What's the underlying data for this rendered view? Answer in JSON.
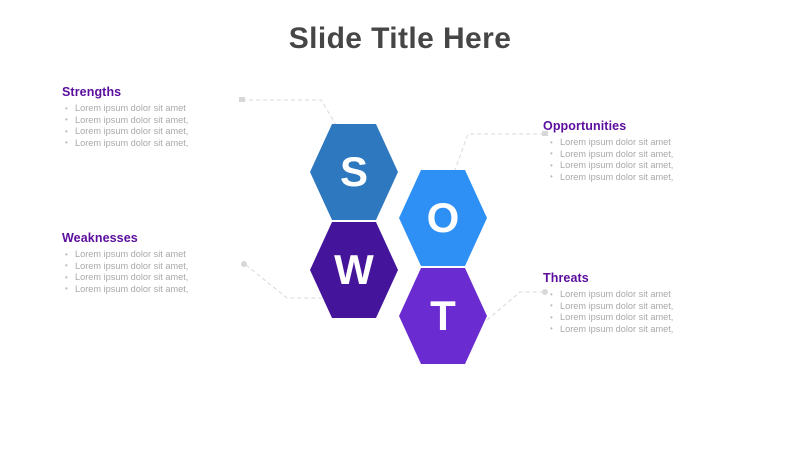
{
  "title": "Slide Title Here",
  "colors": {
    "title": "#464646",
    "heading": "#5B0E9E",
    "bullet_text": "#a9a9a9",
    "connector": "#d8d8d8",
    "strengths_hex": "#2E78C0",
    "opportunities_hex": "#2E90F5",
    "weaknesses_hex": "#44149A",
    "threats_hex": "#6A2BD0"
  },
  "hexagons": [
    {
      "key": "strengths",
      "letter": "S",
      "color": "#2E78C0"
    },
    {
      "key": "opportunities",
      "letter": "O",
      "color": "#2E90F5"
    },
    {
      "key": "weaknesses",
      "letter": "W",
      "color": "#44149A"
    },
    {
      "key": "threats",
      "letter": "T",
      "color": "#6A2BD0"
    }
  ],
  "blocks": {
    "strengths": {
      "heading": "Strengths",
      "bullets": [
        "Lorem ipsum dolor sit amet",
        "Lorem ipsum dolor sit amet,",
        "Lorem ipsum dolor sit amet,",
        "Lorem ipsum dolor sit amet,"
      ]
    },
    "weaknesses": {
      "heading": "Weaknesses",
      "bullets": [
        "Lorem ipsum dolor sit amet",
        "Lorem ipsum dolor sit amet,",
        "Lorem ipsum dolor sit amet,",
        "Lorem ipsum dolor sit amet,"
      ]
    },
    "opportunities": {
      "heading": "Opportunities",
      "bullets": [
        "Lorem ipsum dolor sit amet",
        "Lorem ipsum dolor sit amet,",
        "Lorem ipsum dolor sit amet,",
        "Lorem ipsum dolor sit amet,"
      ]
    },
    "threats": {
      "heading": "Threats",
      "bullets": [
        "Lorem ipsum dolor sit amet",
        "Lorem ipsum dolor sit amet,",
        "Lorem ipsum dolor sit amet,",
        "Lorem ipsum dolor sit amet,"
      ]
    }
  }
}
